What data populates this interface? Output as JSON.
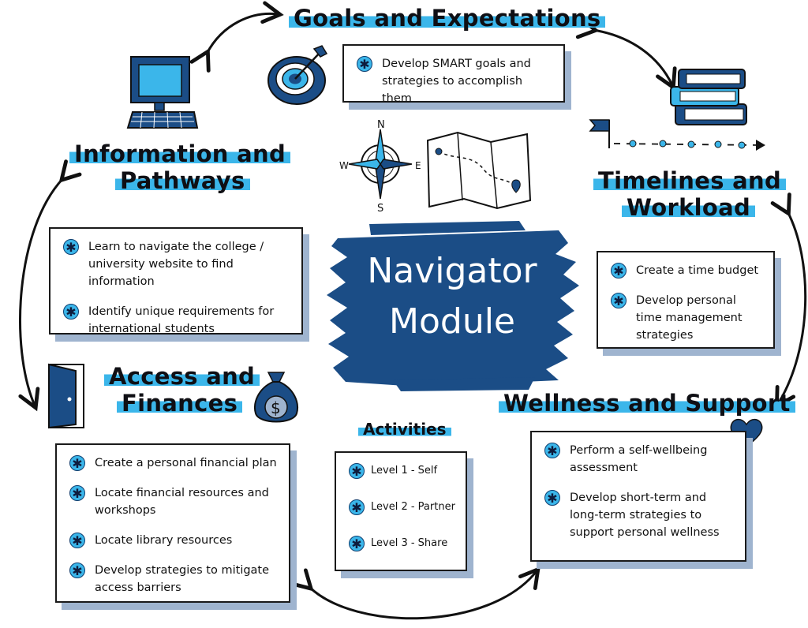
{
  "center": {
    "line1": "Navigator",
    "line2": "Module"
  },
  "sections": {
    "goals": {
      "title": "Goals and Expectations",
      "items": [
        "Develop SMART goals and strategies to accomplish them"
      ]
    },
    "information": {
      "title_line1": "Information and",
      "title_line2": "Pathways",
      "items": [
        "Learn to navigate the college / university website to find information",
        "Identify unique requirements for international students"
      ]
    },
    "timelines": {
      "title_line1": "Timelines and",
      "title_line2": "Workload",
      "items": [
        "Create a time budget",
        "Develop personal time management strategies"
      ]
    },
    "access": {
      "title_line1": "Access and",
      "title_line2": "Finances",
      "items": [
        "Create a personal financial plan",
        "Locate financial resources and workshops",
        "Locate library resources",
        "Develop strategies to mitigate access barriers"
      ]
    },
    "wellness": {
      "title": "Wellness and Support",
      "items": [
        "Perform a self-wellbeing assessment",
        "Develop short-term and long-term strategies to support personal wellness"
      ]
    },
    "activities": {
      "title": "Activities",
      "items": [
        "Level 1 - Self",
        "Level 2 - Partner",
        "Level 3 - Share"
      ]
    }
  },
  "compass": {
    "n": "N",
    "s": "S",
    "e": "E",
    "w": "W"
  },
  "money_symbol": "$",
  "bullet_glyph": "✱",
  "icons": [
    "target-icon",
    "computer-icon",
    "books-icon",
    "flag-timeline-icon",
    "compass-icon",
    "map-icon",
    "door-icon",
    "money-bag-icon",
    "heart-icon"
  ],
  "colors": {
    "accent": "#3bb6ea",
    "navy": "#1b4d86",
    "shadow": "#9fb4cf",
    "ink": "#111111"
  }
}
